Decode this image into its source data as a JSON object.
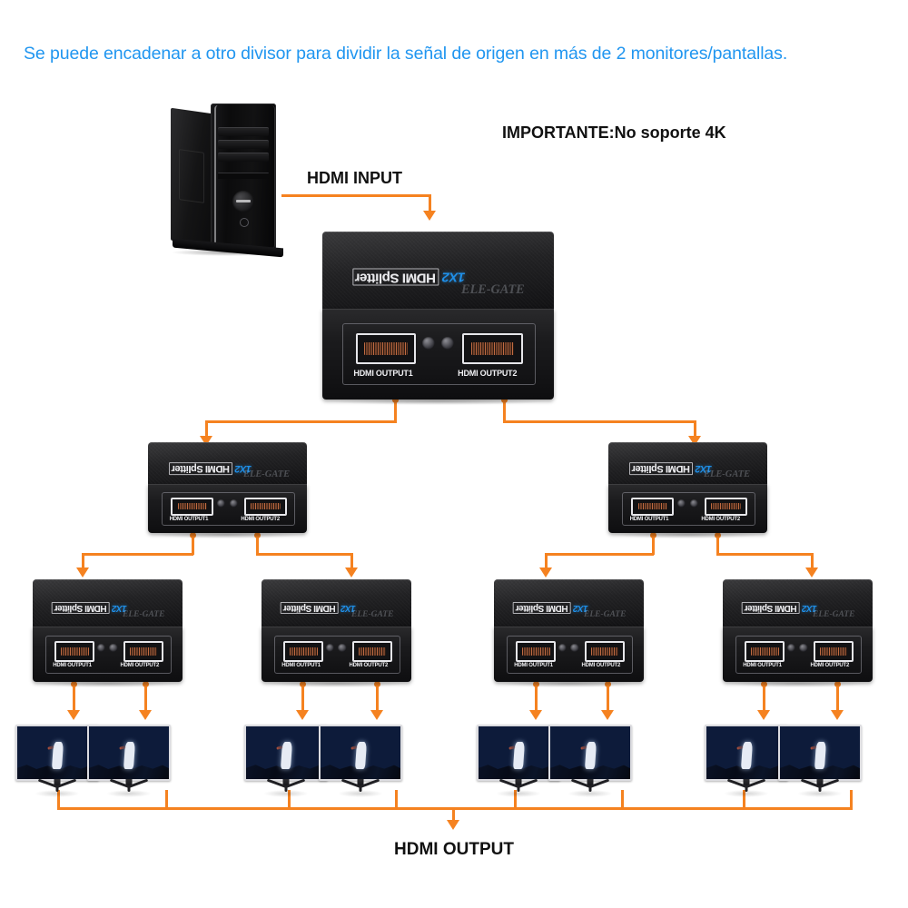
{
  "page": {
    "headline": "Se puede encadenar a otro divisor para dividir la señal de origen en más de 2 monitores/pantallas.",
    "important_note": "IMPORTANTE:No soporte 4K",
    "input_label": "HDMI  INPUT",
    "output_label": "HDMI OUTPUT",
    "colors": {
      "headline_blue": "#2196F0",
      "connector_orange": "#F58220",
      "device_black": "#1b1b1d",
      "label_black": "#111111",
      "brand_blue": "#1F8FE8"
    }
  },
  "source_device": {
    "name": "computer-tower",
    "type": "Desktop PC tower"
  },
  "splitter": {
    "brand_name": "HDMI Splitter",
    "brand_model": "1X2",
    "logo": "ELE-GATE",
    "port1_label": "HDMI OUTPUT1",
    "port2_label": "HDMI OUTPUT2",
    "ports": 2,
    "screws": 2
  },
  "topology": {
    "level1_count": 1,
    "level2_count": 2,
    "level3_count": 4,
    "monitor_count": 8,
    "description": "One source splitter feeds two splitters, each feeding two splitters, each feeding two monitors"
  },
  "monitors": [
    {
      "index": 1,
      "label": "monitor-1"
    },
    {
      "index": 2,
      "label": "monitor-2"
    },
    {
      "index": 3,
      "label": "monitor-3"
    },
    {
      "index": 4,
      "label": "monitor-4"
    },
    {
      "index": 5,
      "label": "monitor-5"
    },
    {
      "index": 6,
      "label": "monitor-6"
    },
    {
      "index": 7,
      "label": "monitor-7"
    },
    {
      "index": 8,
      "label": "monitor-8"
    }
  ]
}
